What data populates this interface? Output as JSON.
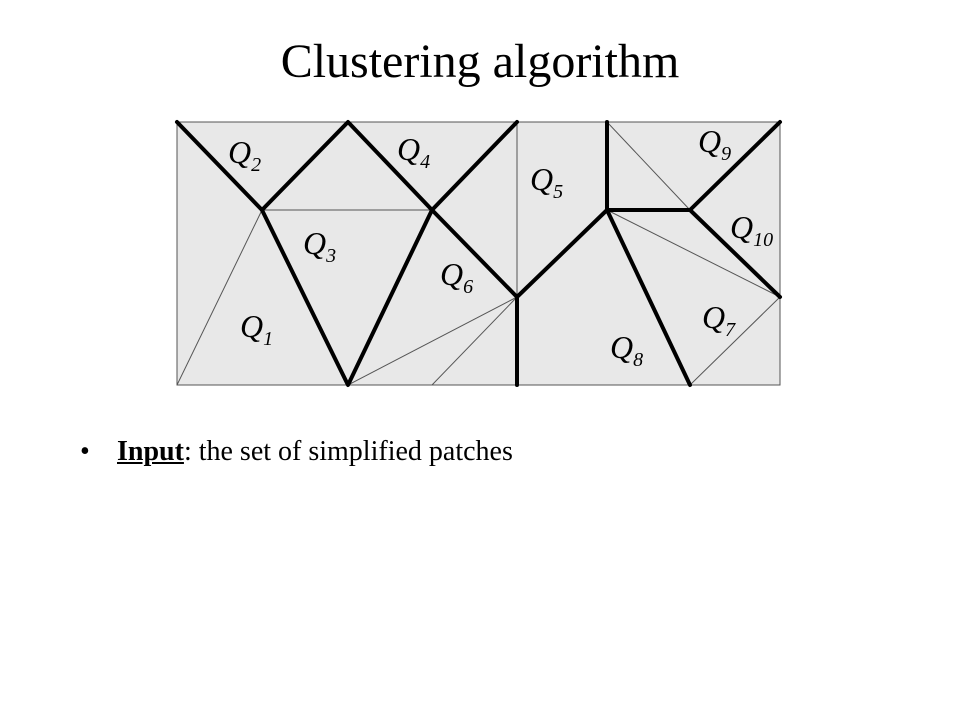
{
  "title": "Clustering algorithm",
  "bullets": [
    {
      "term": "Input",
      "text": ": the set of simplified patches"
    }
  ],
  "patches": [
    {
      "label": "Q",
      "sub": "1"
    },
    {
      "label": "Q",
      "sub": "2"
    },
    {
      "label": "Q",
      "sub": "3"
    },
    {
      "label": "Q",
      "sub": "4"
    },
    {
      "label": "Q",
      "sub": "5"
    },
    {
      "label": "Q",
      "sub": "6"
    },
    {
      "label": "Q",
      "sub": "7"
    },
    {
      "label": "Q",
      "sub": "8"
    },
    {
      "label": "Q",
      "sub": "9"
    },
    {
      "label": "Q",
      "sub": "10"
    }
  ],
  "colors": {
    "patch_fill": "#e8e8e8",
    "edge": "#000000"
  }
}
